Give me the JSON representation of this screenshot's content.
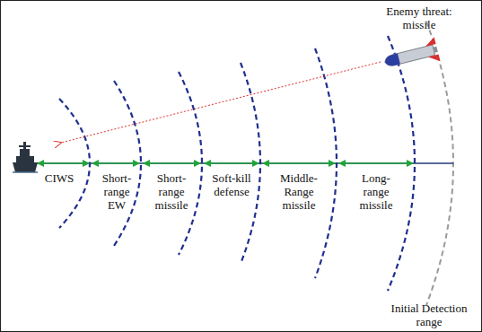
{
  "diagram": {
    "labels": [
      "Enemy threat: missile",
      "CIWS",
      "Short-range EW",
      "Short-range missile",
      "Soft-kill defense",
      "Middle-Range missile",
      "Long-range missile",
      "Initial Detection range"
    ]
  }
}
